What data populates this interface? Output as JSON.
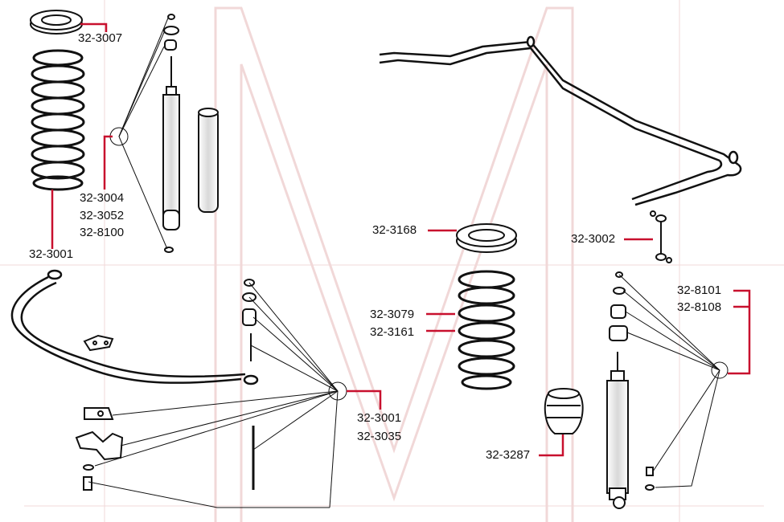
{
  "watermark": {
    "glyph": "M",
    "color": "#e9b9b9"
  },
  "colors": {
    "leader_red": "#c8102e",
    "ink": "#111111",
    "paper": "#ffffff"
  },
  "callouts": {
    "c_3007": "32-3007",
    "c_3004": "32-3004",
    "c_3052": "32-3052",
    "c_8100": "32-8100",
    "c_3001_top": "32-3001",
    "c_3168": "32-3168",
    "c_3002": "32-3002",
    "c_3079": "32-3079",
    "c_3161": "32-3161",
    "c_8101": "32-8101",
    "c_8108": "32-8108",
    "c_3001_bottom": "32-3001",
    "c_3035": "32-3035",
    "c_3287": "32-3287"
  }
}
